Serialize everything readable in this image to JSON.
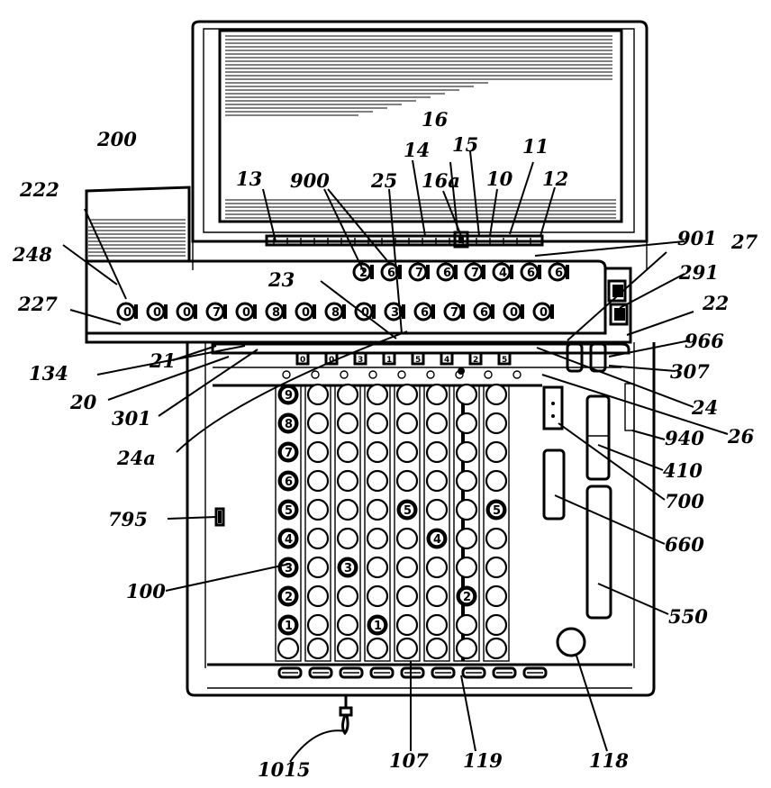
{
  "labels": [
    {
      "id": "200",
      "text": "200"
    },
    {
      "id": "222",
      "text": "222"
    },
    {
      "id": "248",
      "text": "248"
    },
    {
      "id": "227",
      "text": "227"
    },
    {
      "id": "13",
      "text": "13"
    },
    {
      "id": "900",
      "text": "900"
    },
    {
      "id": "25",
      "text": "25"
    },
    {
      "id": "14",
      "text": "14"
    },
    {
      "id": "16",
      "text": "16"
    },
    {
      "id": "16a",
      "text": "16a"
    },
    {
      "id": "15",
      "text": "15"
    },
    {
      "id": "10",
      "text": "10"
    },
    {
      "id": "11",
      "text": "11"
    },
    {
      "id": "12",
      "text": "12"
    },
    {
      "id": "901",
      "text": "901"
    },
    {
      "id": "27",
      "text": "27"
    },
    {
      "id": "291",
      "text": "291"
    },
    {
      "id": "22",
      "text": "22"
    },
    {
      "id": "23",
      "text": "23"
    },
    {
      "id": "966",
      "text": "966"
    },
    {
      "id": "307",
      "text": "307"
    },
    {
      "id": "21",
      "text": "21"
    },
    {
      "id": "134",
      "text": "134"
    },
    {
      "id": "20",
      "text": "20"
    },
    {
      "id": "301",
      "text": "301"
    },
    {
      "id": "24",
      "text": "24"
    },
    {
      "id": "26",
      "text": "26"
    },
    {
      "id": "24a",
      "text": "24a"
    },
    {
      "id": "940",
      "text": "940"
    },
    {
      "id": "410",
      "text": "410"
    },
    {
      "id": "700",
      "text": "700"
    },
    {
      "id": "660",
      "text": "660"
    },
    {
      "id": "795",
      "text": "795"
    },
    {
      "id": "100",
      "text": "100"
    },
    {
      "id": "550",
      "text": "550"
    },
    {
      "id": "1015",
      "text": "1015"
    },
    {
      "id": "107",
      "text": "107"
    },
    {
      "id": "119",
      "text": "119"
    },
    {
      "id": "118",
      "text": "118"
    }
  ],
  "key_digits": [
    "9",
    "8",
    "7",
    "6",
    "5",
    "4",
    "3",
    "2",
    "1"
  ],
  "dial_row_1": [
    "2",
    "6",
    "7",
    "6",
    "7",
    "4",
    "6",
    "6"
  ],
  "dial_row_2": [
    "0",
    "0",
    "0",
    "7",
    "0",
    "8",
    "0",
    "8",
    "0",
    "3",
    "6",
    "7",
    "6",
    "0",
    "0"
  ],
  "indicator_row": [
    "0",
    "0",
    "3",
    "1",
    "5",
    "4",
    "2",
    "5"
  ],
  "colors": {
    "ink": "#000000",
    "paper": "#ffffff"
  }
}
